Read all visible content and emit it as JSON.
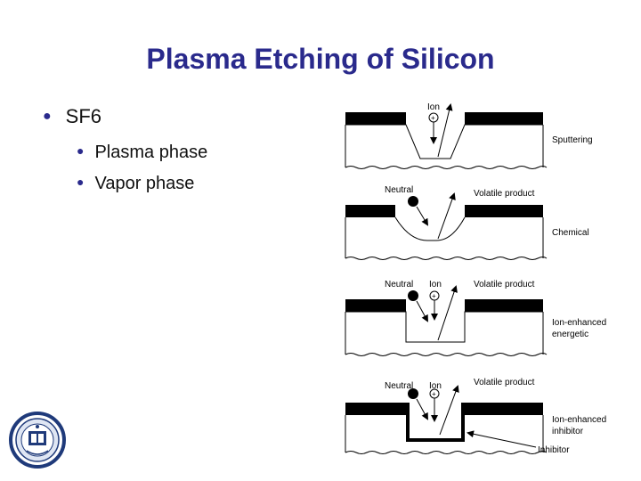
{
  "slide": {
    "title": "Plasma Etching of Silicon",
    "bullets": [
      {
        "text": "SF6",
        "sub": [
          "Plasma phase",
          "Vapor phase"
        ]
      }
    ]
  },
  "figure": {
    "labels": {
      "sputtering": "Sputtering",
      "chemical": "Chemical",
      "ion_enhanced_energetic": [
        "Ion-enhanced",
        "energetic"
      ],
      "ion_enhanced_inhibitor": [
        "Ion-enhanced",
        "inhibitor"
      ],
      "inhibitor": "Inhibitor",
      "ion": "Ion",
      "neutral": "Neutral",
      "volatile_product": "Volatile product"
    }
  },
  "logo": {
    "name": "university-seal"
  }
}
